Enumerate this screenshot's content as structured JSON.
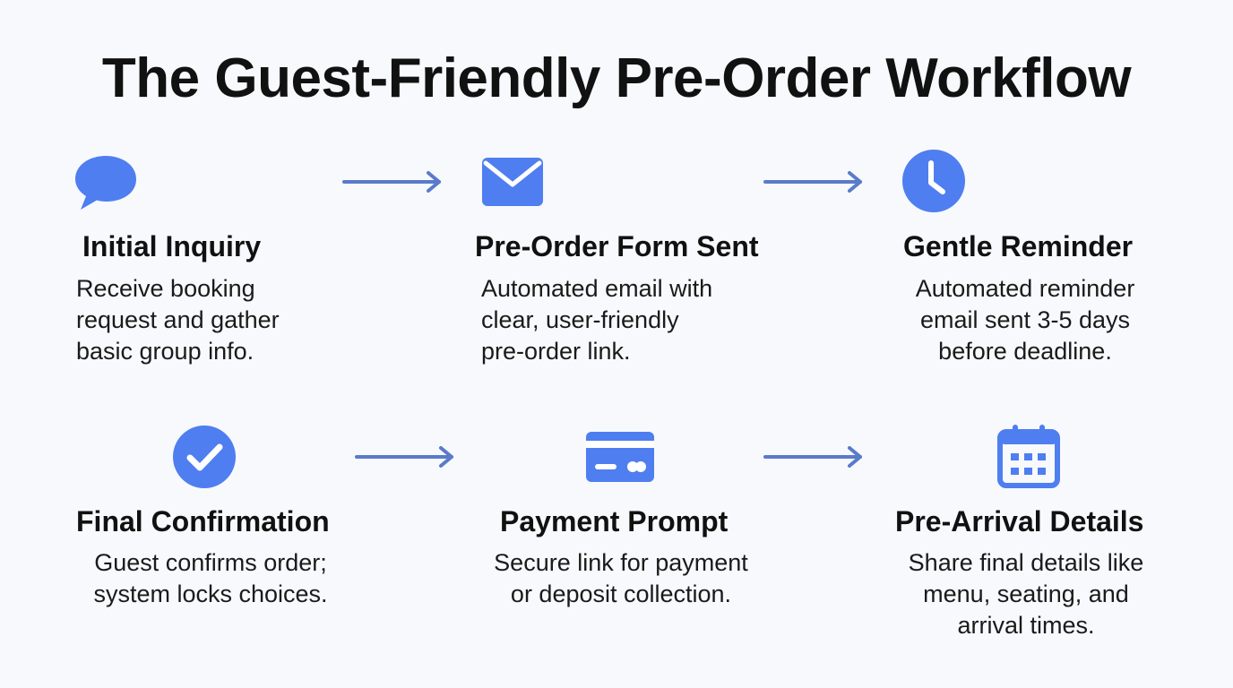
{
  "title": "The Guest-Friendly Pre-Order Workflow",
  "colors": {
    "icon_blue": "#4f7ef0",
    "arrow_blue": "#5a7bc9",
    "text": "#111111",
    "background": "#f7f9fc"
  },
  "steps": [
    {
      "icon": "chat-bubble-icon",
      "title": "Initial Inquiry",
      "desc_lines": [
        "Receive booking",
        "request and gather",
        "basic group info."
      ]
    },
    {
      "icon": "envelope-icon",
      "title": "Pre-Order Form Sent",
      "desc_lines": [
        "Automated email with",
        "clear, user-friendly",
        "pre-order link."
      ]
    },
    {
      "icon": "clock-icon",
      "title": "Gentle Reminder",
      "desc_lines": [
        "Automated reminder",
        "email sent 3-5 days",
        "before deadline."
      ]
    },
    {
      "icon": "checkmark-circle-icon",
      "title": "Final Confirmation",
      "desc_lines": [
        "Guest confirms order;",
        "system locks choices."
      ]
    },
    {
      "icon": "credit-card-icon",
      "title": "Payment Prompt",
      "desc_lines": [
        "Secure link for payment",
        "or deposit collection."
      ]
    },
    {
      "icon": "calendar-icon",
      "title": "Pre-Arrival Details",
      "desc_lines": [
        "Share final details like",
        "menu, seating, and",
        "arrival times."
      ]
    }
  ],
  "arrows": [
    "arrow-right-icon",
    "arrow-right-icon",
    "arrow-right-icon",
    "arrow-right-icon"
  ]
}
